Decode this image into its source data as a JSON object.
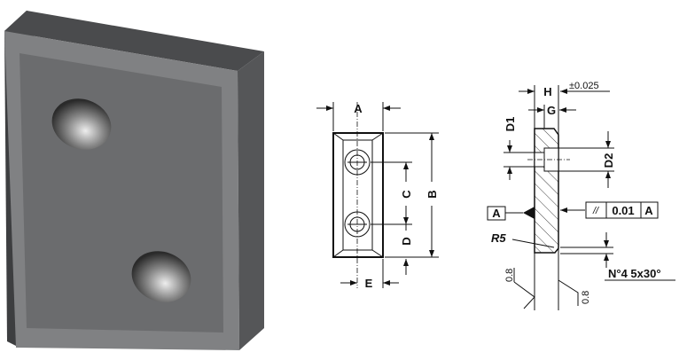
{
  "front_view": {
    "dim_a": "A",
    "dim_b": "B",
    "dim_c": "C",
    "dim_d": "D",
    "dim_e": "E"
  },
  "side_view": {
    "dim_h": "H",
    "dim_g": "G",
    "tolerance": "±0.025",
    "dim_d1": "D1",
    "dim_d2": "D2",
    "datum": "A",
    "parallelism": {
      "symbol": "//",
      "value": "0.01",
      "datum": "A"
    },
    "radius": "R5",
    "chamfer": "N°4  5x30°",
    "roughness_left": "0.8",
    "roughness_right": "0.8"
  },
  "colors": {
    "block_face": "#6b6c6e",
    "block_bevel": "#808183",
    "block_side": "#3d3e40",
    "line": "#111111"
  }
}
